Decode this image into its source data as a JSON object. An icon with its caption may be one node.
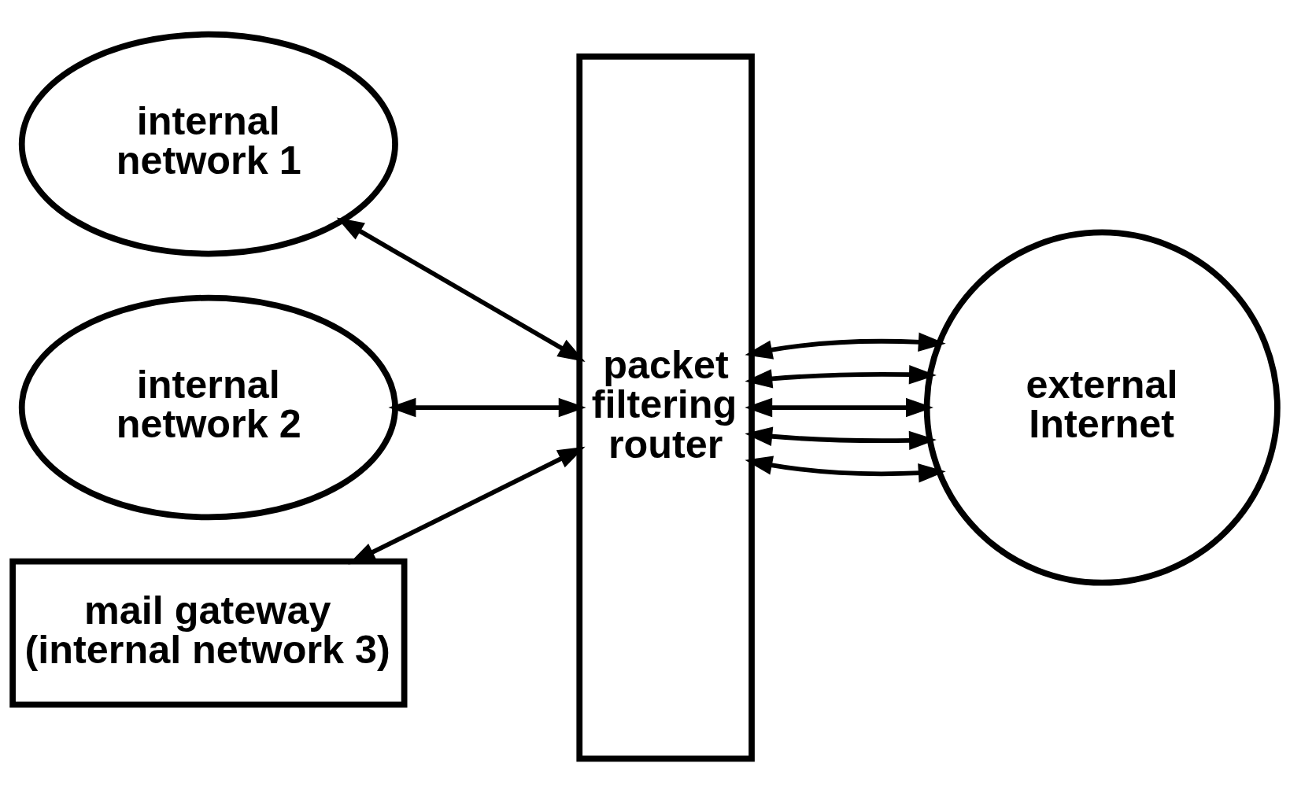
{
  "diagram": {
    "nodes": [
      {
        "text": [
          "internal network 1"
        ]
      },
      {
        "text": [
          "internal network 2"
        ]
      },
      {
        "text": [
          "mail gateway (internal network 3)"
        ]
      },
      {
        "text": [
          "packet filtering router"
        ]
      },
      {
        "text": [
          "external Internet"
        ]
      }
    ],
    "edges": [
      {
        "from": 0,
        "to": 3,
        "arrow": "both"
      },
      {
        "from": 1,
        "to": 3,
        "arrow": "both"
      },
      {
        "from": 2,
        "to": 3,
        "arrow": "both"
      },
      {
        "from": 3,
        "to": 4,
        "arrow": "both"
      },
      {
        "from": 3,
        "to": 4,
        "arrow": "both"
      },
      {
        "from": 3,
        "to": 4,
        "arrow": "both"
      },
      {
        "from": 3,
        "to": 4,
        "arrow": "both"
      },
      {
        "from": 3,
        "to": 4,
        "arrow": "both"
      }
    ]
  }
}
